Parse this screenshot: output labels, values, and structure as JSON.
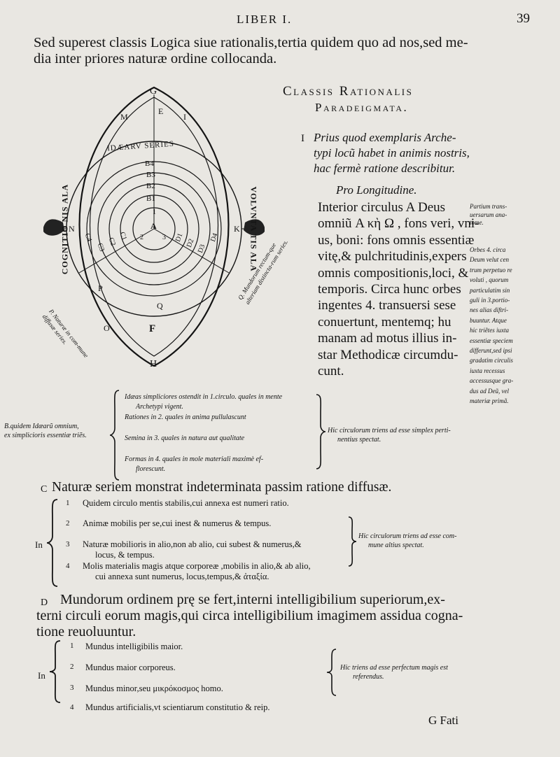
{
  "header": {
    "running_head": "LIBER I.",
    "page_number": "39"
  },
  "intro": {
    "line1": "Sed superest classis Logica siue rationalis,tertia quidem quo ad nos,sed me-",
    "line2": "dia inter priores naturæ ordine collocanda."
  },
  "title": {
    "line1": "Classis Rationalis",
    "line2": "Paradeigmata."
  },
  "diagram": {
    "top_letter": "G",
    "bottom_letter": "H",
    "center_letter": "A",
    "f_letter": "F",
    "left_letter": "N",
    "right_letter": "K",
    "m_letter": "M",
    "e_letter": "E",
    "i_letter": "I",
    "o_letter": "O",
    "p_letter": "P",
    "q_letter": "Q",
    "idearum_series": "IDÆARV SERIES",
    "rings": [
      "B4",
      "B3",
      "B2",
      "B1"
    ],
    "inner_numbers": [
      "1",
      "2",
      "3"
    ],
    "c_labels": [
      "C1",
      "C2",
      "C3",
      "C4"
    ],
    "d_labels": [
      "D1",
      "D2",
      "D3",
      "D4"
    ],
    "left_vertical": "COGNITIO NIS ALA",
    "right_vertical": "VOLVNTA TIS ALA",
    "caption_p": "P. Naturæ in com-mune diffusæ series.",
    "caption_q": "Q. Mundorum rectum-que alteriam distincta-rum series."
  },
  "right_column": {
    "numeral": "I",
    "lines": [
      "Prius quod exemplaris Arche-",
      "typi locũ habet in animis nostris,",
      "hac fermè ratione describitur."
    ],
    "subhead": "Pro Longitudine.",
    "body": [
      "Interior circulus A Deus",
      "omniũ Α κὴ Ω , fons veri, vni-",
      "us, boni: fons omnis essentiæ",
      "vitę,& pulchritudinis,expers",
      "omnis compositionis,loci, &",
      "temporis. Circa hunc orbes",
      "ingentes 4. transuersi sese",
      "conuertunt, mentemq; hu",
      "manam ad motus illius in-",
      "star Methodicæ circumdu-",
      "cunt."
    ]
  },
  "margin_notes": {
    "note1": [
      "Partium trans-",
      "uersarum ana-",
      "tome."
    ],
    "note2": [
      "Orbes 4. circa",
      "Deum velut cen",
      "trum perpetuo re",
      "voluti , quorum",
      "particulatim sin",
      "guli in 3.portio-",
      "nes alias diftri-",
      "buuntur. Atque",
      "hic triẽtes iuxta",
      "essentiæ speciem",
      "differunt,sed ipsi",
      "gradatim circulis",
      "iuxta recessus",
      "accessusque gra-",
      "dus ad Deũ, vel",
      "materiæ primã."
    ]
  },
  "section_b": {
    "left_note": [
      "B.quidem Idæarũ omnium,",
      "ex simplicioris essentiæ triẽs."
    ],
    "items": [
      "Idæas simpliciores ostendit in 1.circulo. quales in mente",
      "Archetypi vigent.",
      "Rationes in 2. quales in anima pullulascunt",
      "Semina in 3. quales in natura aut qualitate",
      "Formas in 4. quales in mole materiali maximè ef-",
      "florescunt."
    ],
    "right_note": [
      "Hic circulorum triens ad esse simplex perti-",
      "nentius spectat."
    ]
  },
  "section_c": {
    "letter": "C",
    "heading": "Naturæ seriem monstrat indeterminata passim ratione diffusæ.",
    "in_label": "In",
    "numbers": [
      "1",
      "2",
      "3",
      "4"
    ],
    "items": [
      "Quidem circulo mentis stabilis,cui annexa est numeri ratio.",
      "Animæ mobilis per se,cui inest & numerus & tempus.",
      "Naturæ mobilioris in alio,non ab alio, cui subest & numerus,&",
      "locus, & tempus.",
      "Molis materialis magis atque corporeæ ,mobilis in alio,& ab alio,",
      "cui annexa sunt numerus, locus,tempus,& ἀταξία."
    ],
    "right_note": [
      "Hic circulorum triens ad esse com-",
      "mune altius spectat."
    ]
  },
  "section_d": {
    "letter": "D",
    "lines": [
      "Mundorum ordinem prę se fert,interni intelligibilium superiorum,ex-",
      "terni circuli eorum magis,qui circa intelligibilium imagimem assidua cogna-",
      "tione reuoluuntur."
    ],
    "in_label": "In",
    "numbers": [
      "1",
      "2",
      "3",
      "4"
    ],
    "items": [
      "Mundus intelligibilis maior.",
      "Mundus maior corporeus.",
      "Mundus minor,seu μικρόκοσμος homo.",
      "Mundus artificialis,vt scientiarum constitutio & reip."
    ],
    "right_note": [
      "Hic triens ad esse perfectum magis est",
      "referendus."
    ]
  },
  "catchword": "G Fati",
  "colors": {
    "paper": "#e9e7e2",
    "ink": "#141414"
  }
}
